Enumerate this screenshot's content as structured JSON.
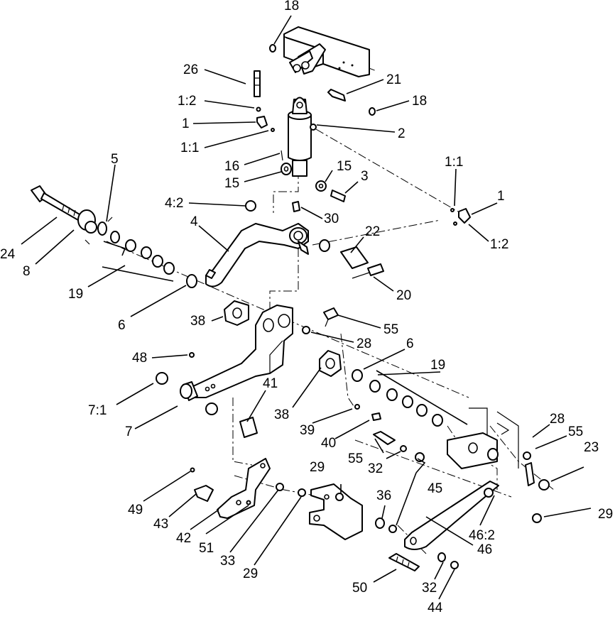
{
  "callouts": [
    {
      "label": "18"
    },
    {
      "label": "26"
    },
    {
      "label": "21"
    },
    {
      "label": "18"
    },
    {
      "label": "1:2"
    },
    {
      "label": "1"
    },
    {
      "label": "2"
    },
    {
      "label": "1:1"
    },
    {
      "label": "16"
    },
    {
      "label": "15"
    },
    {
      "label": "15"
    },
    {
      "label": "3"
    },
    {
      "label": "5"
    },
    {
      "label": "1:1"
    },
    {
      "label": "1"
    },
    {
      "label": "4:2"
    },
    {
      "label": "30"
    },
    {
      "label": "1:2"
    },
    {
      "label": "4"
    },
    {
      "label": "22"
    },
    {
      "label": "24"
    },
    {
      "label": "8"
    },
    {
      "label": "19"
    },
    {
      "label": "20"
    },
    {
      "label": "6"
    },
    {
      "label": "38"
    },
    {
      "label": "55"
    },
    {
      "label": "28"
    },
    {
      "label": "6"
    },
    {
      "label": "48"
    },
    {
      "label": "19"
    },
    {
      "label": "41"
    },
    {
      "label": "7:1"
    },
    {
      "label": "38"
    },
    {
      "label": "7"
    },
    {
      "label": "39"
    },
    {
      "label": "40"
    },
    {
      "label": "28"
    },
    {
      "label": "55"
    },
    {
      "label": "55"
    },
    {
      "label": "32"
    },
    {
      "label": "23"
    },
    {
      "label": "29"
    },
    {
      "label": "45"
    },
    {
      "label": "49"
    },
    {
      "label": "36"
    },
    {
      "label": "43"
    },
    {
      "label": "42"
    },
    {
      "label": "51"
    },
    {
      "label": "46:2"
    },
    {
      "label": "29"
    },
    {
      "label": "33"
    },
    {
      "label": "29"
    },
    {
      "label": "46"
    },
    {
      "label": "50"
    },
    {
      "label": "32"
    },
    {
      "label": "44"
    }
  ]
}
